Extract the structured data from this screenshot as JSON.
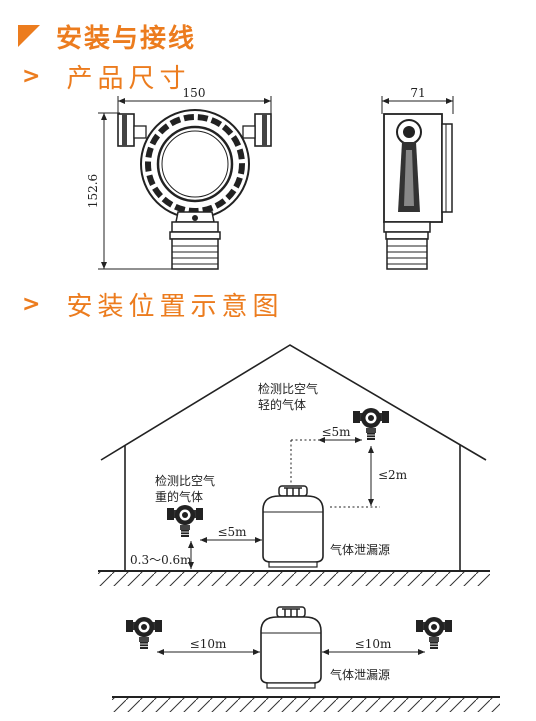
{
  "header": {
    "title": "安装与接线"
  },
  "section_size": {
    "title": "产品尺寸"
  },
  "section_install": {
    "title": "安装位置示意图"
  },
  "dimensions": {
    "width_front": "150",
    "width_side": "71",
    "height": "152.6"
  },
  "diagram1": {
    "label_lighter_l1": "检测比空气",
    "label_lighter_l2": "轻的气体",
    "label_heavier_l1": "检测比空气",
    "label_heavier_l2": "重的气体",
    "dist_top_horizontal": "≤5m",
    "dist_top_vertical": "≤2m",
    "dist_bottom_horizontal": "≤5m",
    "dist_floor": "0.3～0.6m",
    "leak_source": "气体泄漏源"
  },
  "diagram2": {
    "dist_left": "≤10m",
    "dist_right": "≤10m",
    "leak_source": "气体泄漏源"
  },
  "colors": {
    "accent": "#ec7c1e",
    "line": "#222222"
  }
}
